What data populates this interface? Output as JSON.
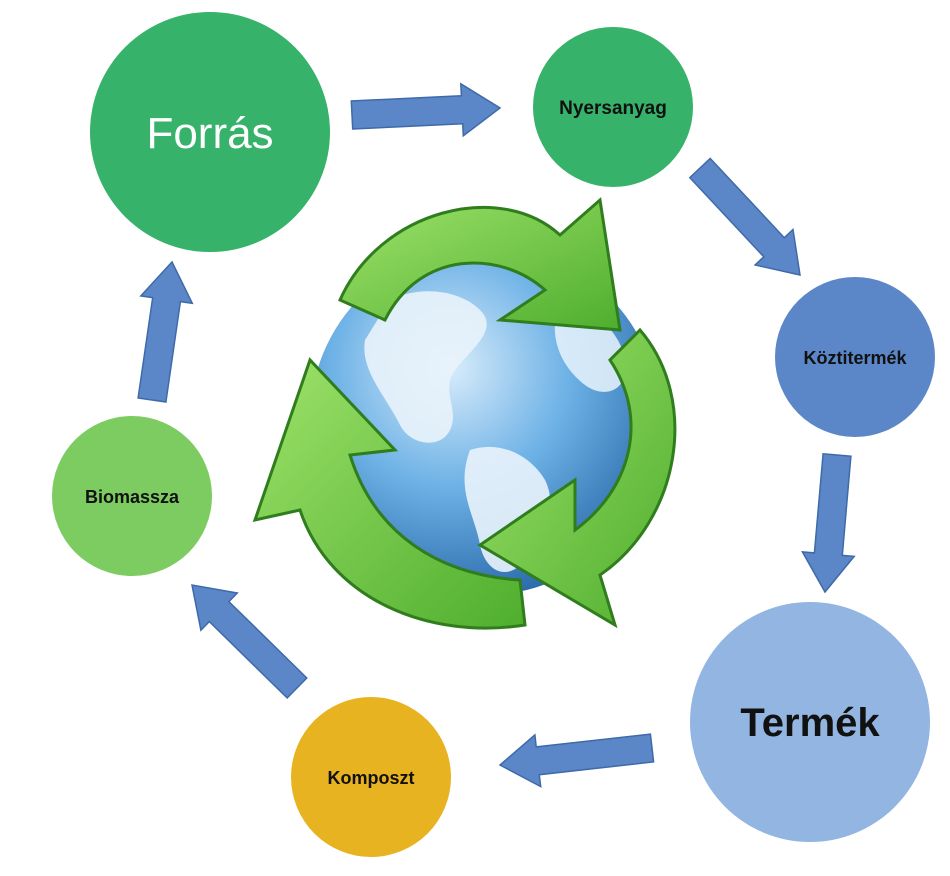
{
  "nodes": {
    "forras": {
      "label": "Forrás",
      "color": "#36b26a"
    },
    "nyersanyag": {
      "label": "Nyersanyag",
      "color": "#36b26a"
    },
    "koztitermek": {
      "label": "Köztitermék",
      "color": "#5b87c8"
    },
    "termek": {
      "label": "Termék",
      "color": "#93b5e1"
    },
    "komposzt": {
      "label": "Komposzt",
      "color": "#e8b320"
    },
    "biomassza": {
      "label": "Biomassza",
      "color": "#7ccc62"
    }
  },
  "arrow_color": "#5b87c8",
  "center_icon": "globe-recycle-icon",
  "recycle_color": "#5cbf3a",
  "globe_color": "#3b86c9"
}
